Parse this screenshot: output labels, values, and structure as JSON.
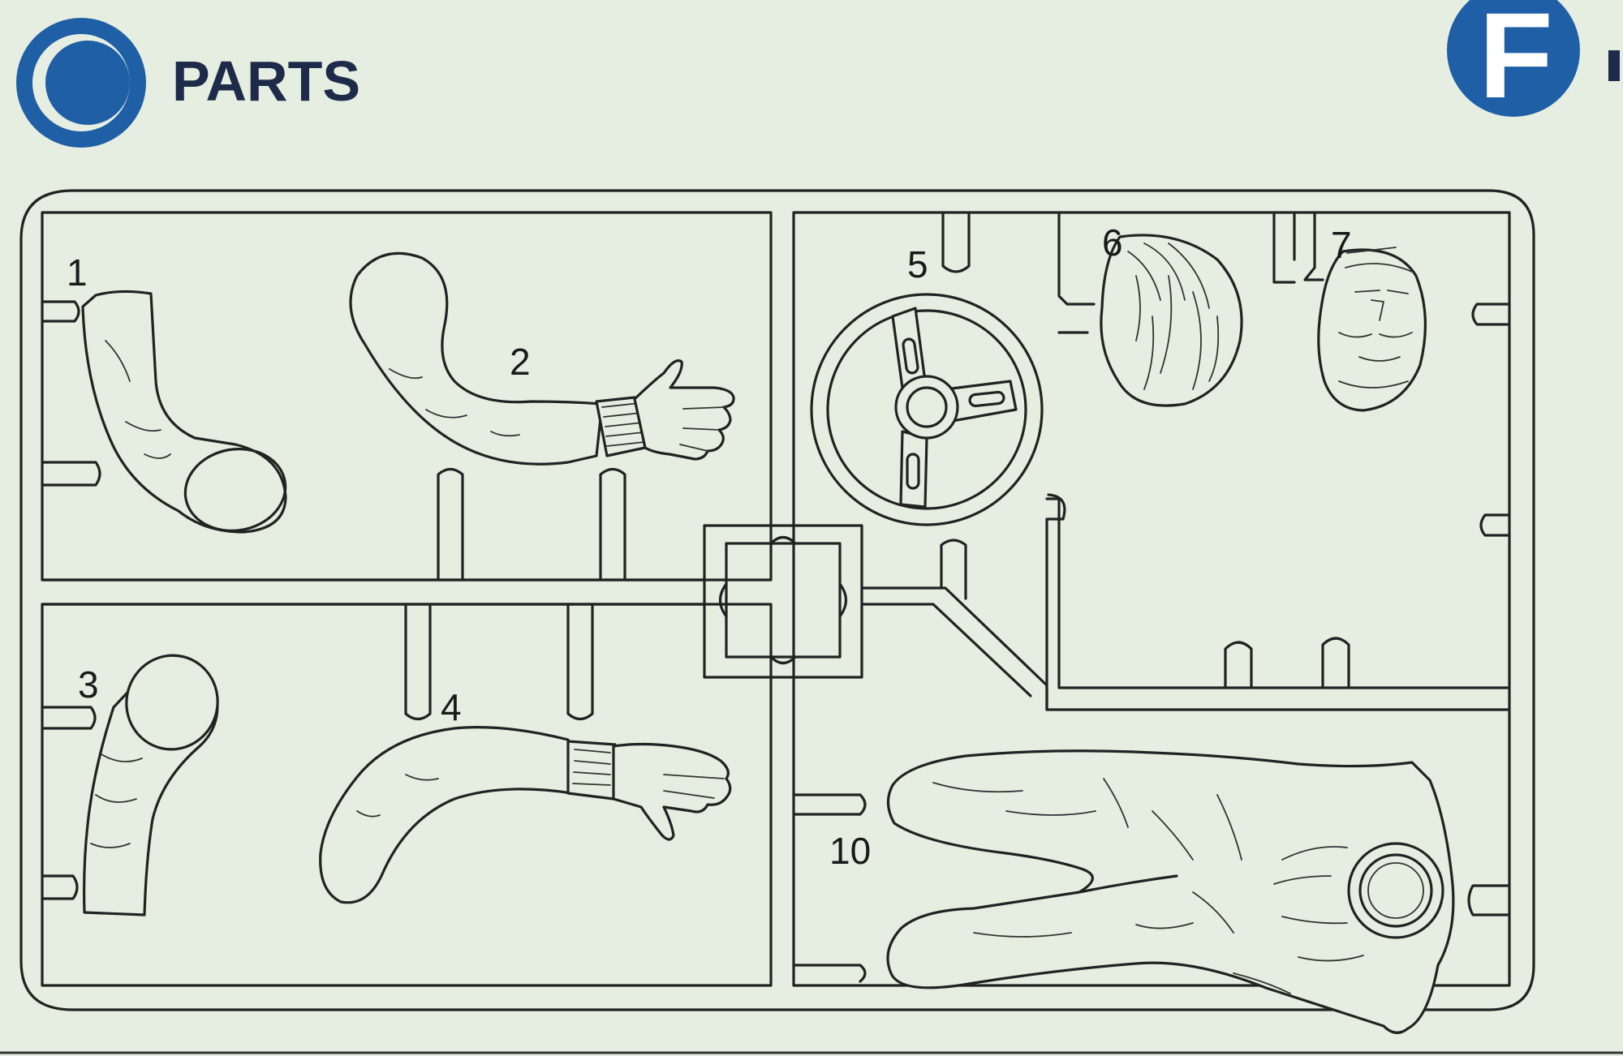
{
  "header": {
    "left_badge_letter": "C",
    "left_title": "PARTS",
    "right_badge_letter": "F"
  },
  "colors": {
    "badge": "#1f5fa6",
    "background": "#e6eee2",
    "line": "#222222"
  },
  "parts": [
    {
      "number": "1"
    },
    {
      "number": "2"
    },
    {
      "number": "3"
    },
    {
      "number": "4"
    },
    {
      "number": "5"
    },
    {
      "number": "6"
    },
    {
      "number": "7"
    },
    {
      "number": "10"
    }
  ]
}
